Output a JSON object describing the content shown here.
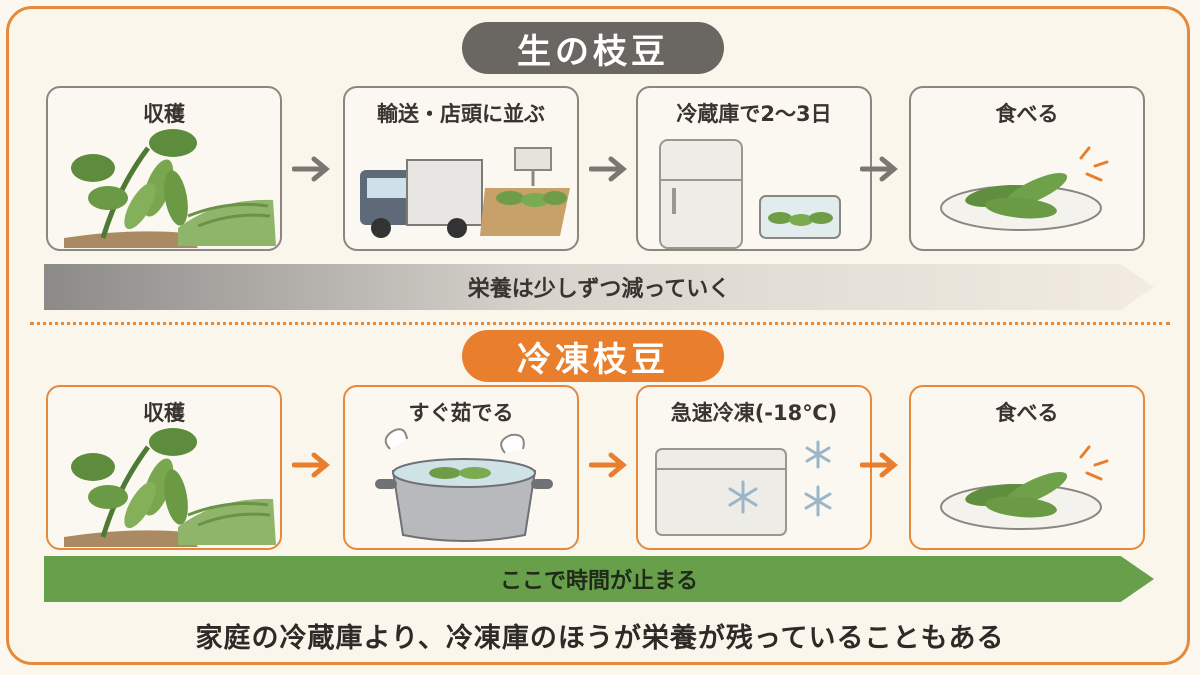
{
  "top_section": {
    "header": "生の枝豆",
    "steps": [
      "収穫",
      "輸送・店頭に並ぶ",
      "冷蔵庫で2〜3日",
      "食べる"
    ],
    "band_text": "栄養は少しずつ減っていく"
  },
  "bottom_section": {
    "header": "冷凍枝豆",
    "steps": [
      "収穫",
      "すぐ茹でる",
      "急速冷凍(-18℃)",
      "食べる"
    ],
    "band_text": "ここで時間が止まる"
  },
  "footer": "家庭の冷蔵庫より、冷凍庫のほうが栄養が残っていることもある",
  "colors": {
    "orange_accent": "#e97f2c",
    "gray_header": "#6a6763",
    "green_band": "#679f4a"
  }
}
